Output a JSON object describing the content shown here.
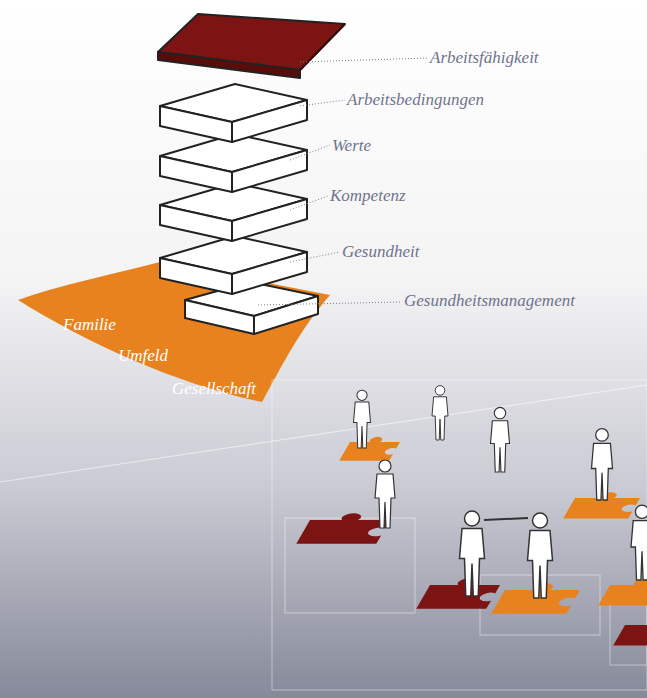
{
  "diagram": {
    "nodes": [
      {
        "text": [
          "Familie",
          "Umfeld",
          "Gesellschaft"
        ]
      }
    ],
    "labels": [
      "Arbeitsfähigkeit",
      "Arbeitsbedingungen",
      "Werte",
      "Kompetenz",
      "Gesundheit",
      "Gesundheitsmanagement"
    ]
  }
}
